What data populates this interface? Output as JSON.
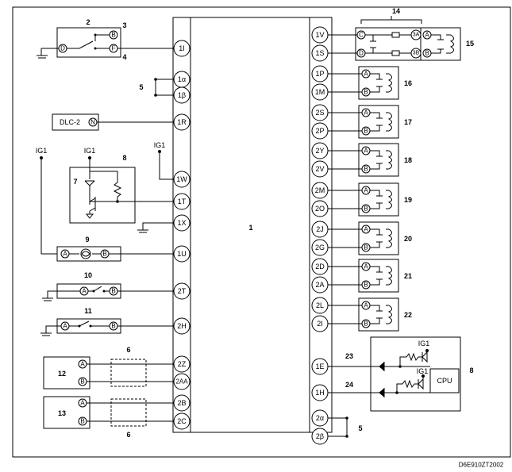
{
  "figure_code": "D6E910ZT2002",
  "item_numbers": [
    "1",
    "2",
    "3",
    "4",
    "5",
    "6",
    "7",
    "8",
    "9",
    "10",
    "11",
    "12",
    "13",
    "14",
    "15",
    "16",
    "17",
    "18",
    "19",
    "20",
    "21",
    "22",
    "23",
    "24"
  ],
  "pins_left": [
    "1I",
    "1α",
    "1β",
    "1R",
    "1W",
    "1T",
    "1X",
    "1U",
    "2T",
    "2H",
    "2Z",
    "2AA",
    "2B",
    "2C"
  ],
  "pins_right": [
    "1V",
    "1S",
    "1P",
    "1M",
    "2S",
    "2P",
    "2Y",
    "2V",
    "2M",
    "2O",
    "2J",
    "2G",
    "2D",
    "2A",
    "2L",
    "2I",
    "1E",
    "1H",
    "2α",
    "2β"
  ],
  "texts": {
    "dlc2": "DLC-2",
    "ig1": "IG1",
    "cpu": "CPU"
  },
  "connector_letters": [
    "A",
    "B",
    "C",
    "D",
    "F",
    "N",
    "3A",
    "3B"
  ]
}
